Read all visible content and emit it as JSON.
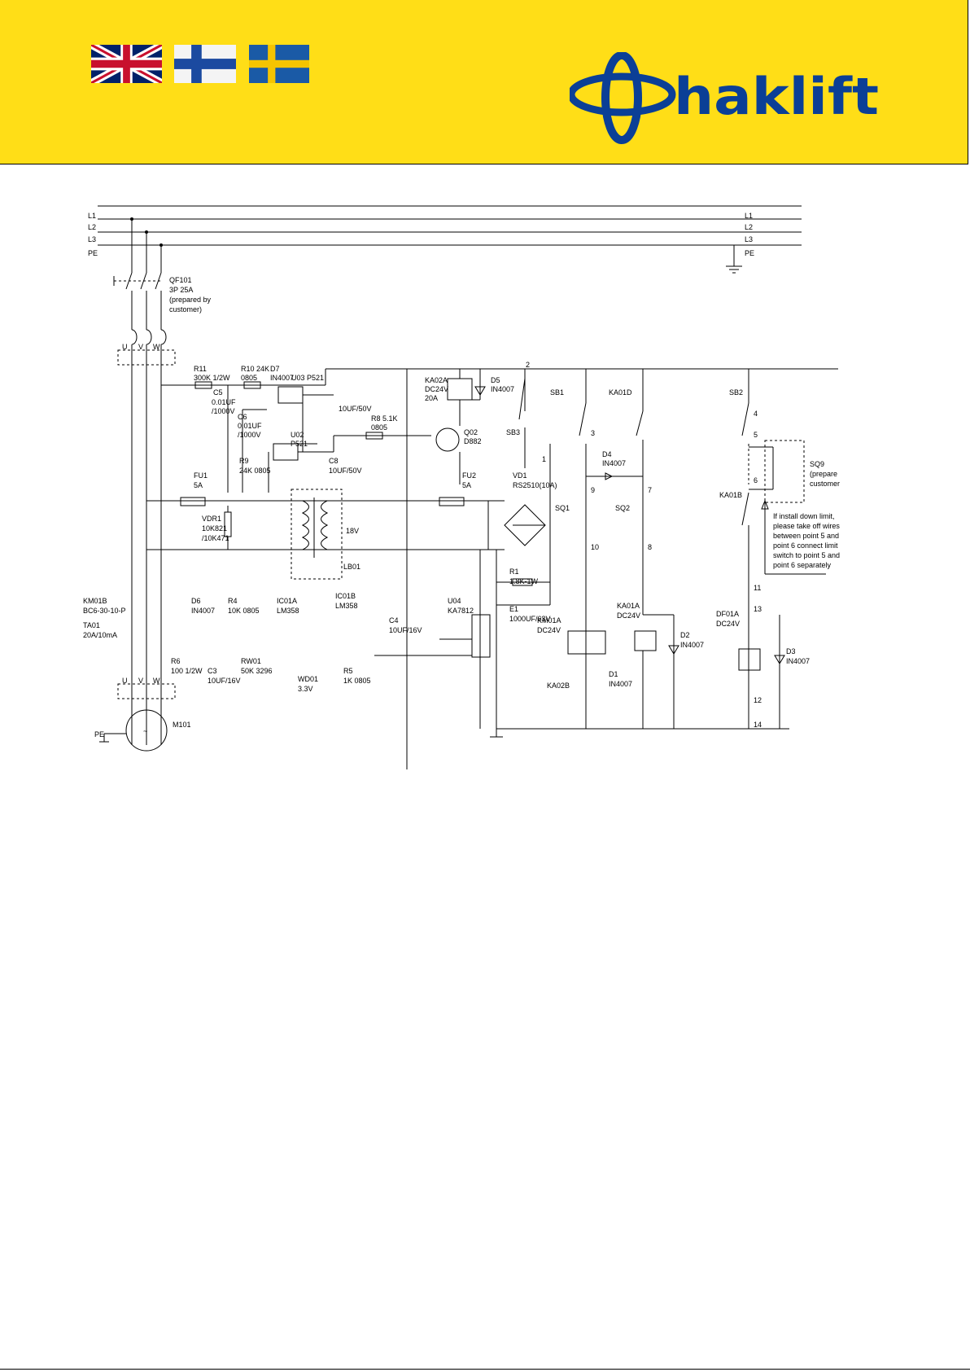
{
  "header": {
    "background": "#ffde17",
    "logo_text": "haklift",
    "logo_color": "#0b3f96",
    "flags": [
      "uk-flag-icon",
      "finland-flag-icon",
      "sweden-flag-icon"
    ]
  },
  "bus": {
    "left": [
      "L1",
      "L2",
      "L3",
      "PE"
    ],
    "right": [
      "L1",
      "L2",
      "L3",
      "PE"
    ]
  },
  "labels": {
    "qf101": [
      "QF101",
      "3P 25A",
      "(prepared by",
      "customer)"
    ],
    "u": "U",
    "v": "V",
    "w": "W",
    "r11": [
      "R11",
      "300K 1/2W"
    ],
    "r10": [
      "R10 24K",
      "0805"
    ],
    "d7": [
      "D7",
      "IN4007"
    ],
    "u03": "U03  P521",
    "c5": [
      "C5",
      "0.01UF",
      "/1000V"
    ],
    "c6": [
      "C6",
      "0.01UF",
      "/1000V"
    ],
    "c7": "10UF/50V",
    "r8": [
      "R8 5.1K",
      "0805"
    ],
    "u02": [
      "U02",
      "P521"
    ],
    "c8": [
      "C8",
      "10UF/50V"
    ],
    "r9": [
      "R9",
      "24K 0805"
    ],
    "ka02a": [
      "KA02A",
      "DC24V",
      "20A"
    ],
    "d5": [
      "D5",
      "IN4007"
    ],
    "q02": [
      "Q02",
      "D882"
    ],
    "sb3": "SB3",
    "sb1": "SB1",
    "ka01d": "KA01D",
    "sb2": "SB2",
    "d4": [
      "D4",
      "IN4007"
    ],
    "fu1": [
      "FU1",
      "5A"
    ],
    "fu2": [
      "FU2",
      "5A"
    ],
    "vd1": [
      "VD1",
      "RS2510(10A)"
    ],
    "vdr1": [
      "VDR1",
      "10K821",
      "/10K471"
    ],
    "tr_out": "18V",
    "lb01": "LB01",
    "sq1": "SQ1",
    "sq2": "SQ2",
    "ka01b": "KA01B",
    "sq9": [
      "SQ9",
      "(prepare",
      "customer"
    ],
    "note": [
      "If install down limit,",
      "please take off wires",
      "between point 5 and",
      "point 6 connect limit",
      "switch to point 5 and",
      "point 6 separately"
    ],
    "r1": [
      "R1",
      "1.8K-1W"
    ],
    "e1": [
      "E1",
      "1000UF/63V"
    ],
    "km01b": [
      "KM01B",
      "BC6-30-10-P"
    ],
    "ta01": [
      "TA01",
      "20A/10mA"
    ],
    "d6": [
      "D6",
      "IN4007"
    ],
    "r4": [
      "R4",
      "10K  0805"
    ],
    "r6": [
      "R6",
      "100 1/2W"
    ],
    "c3": [
      "C3",
      "10UF/16V"
    ],
    "rw01": [
      "RW01",
      "50K 3296"
    ],
    "ic01a": [
      "IC01A",
      "LM358"
    ],
    "ic01b": [
      "IC01B",
      "LM358"
    ],
    "c4": [
      "C4",
      "10UF/16V"
    ],
    "u04": [
      "U04",
      "KA7812"
    ],
    "wd01": [
      "WD01",
      "3.3V"
    ],
    "r5": [
      "R5",
      "1K  0805"
    ],
    "km01a": [
      "KM01A",
      "DC24V"
    ],
    "ka01a": [
      "KA01A",
      "DC24V"
    ],
    "df01a": [
      "DF01A",
      "DC24V"
    ],
    "d1": [
      "D1",
      "IN4007"
    ],
    "d2": [
      "D2",
      "IN4007"
    ],
    "d3": [
      "D3",
      "IN4007"
    ],
    "ka02b": "KA02B",
    "m101": "M101",
    "pe": "PE",
    "terminals": [
      "1",
      "2",
      "3",
      "4",
      "5",
      "6",
      "7",
      "8",
      "9",
      "10",
      "11",
      "12",
      "13",
      "14"
    ]
  }
}
